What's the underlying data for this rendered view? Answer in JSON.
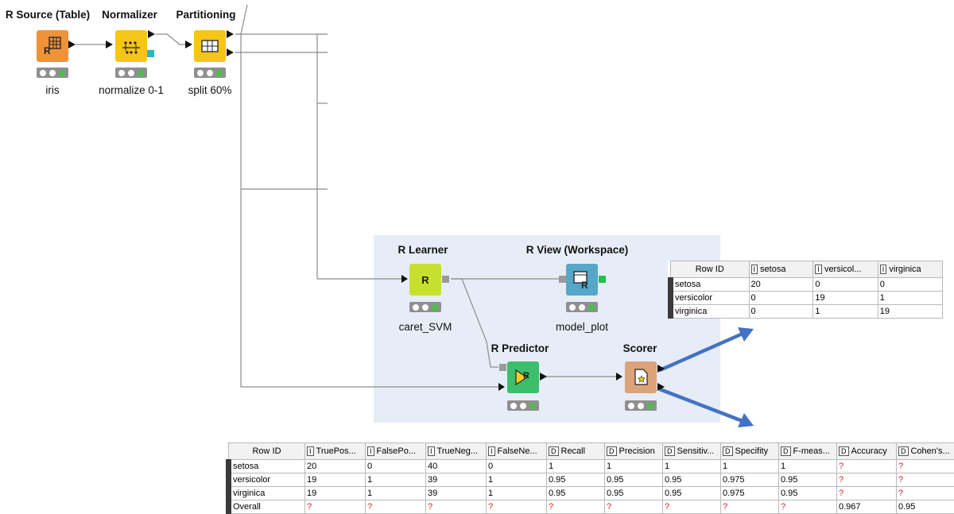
{
  "workflow": {
    "nodes": [
      {
        "title": "R Source (Table)",
        "label": "iris",
        "icon": "r-table-source-icon",
        "color": "#f0923a"
      },
      {
        "title": "Normalizer",
        "label": "normalize 0-1",
        "icon": "normalizer-icon",
        "color": "#f5c518"
      },
      {
        "title": "Partitioning",
        "label": "split 60%",
        "icon": "partition-grid-icon",
        "color": "#f5c518"
      },
      {
        "title": "R Learner",
        "label": "caret_SVM",
        "icon": "r-learner-icon",
        "icon_text": "R",
        "color": "#c7e030"
      },
      {
        "title": "R View (Workspace)",
        "label": "model_plot",
        "icon": "r-view-icon",
        "icon_text": "R",
        "color": "#56a7c8"
      },
      {
        "title": "R Predictor",
        "label": "",
        "icon": "r-predictor-icon",
        "icon_text": "R",
        "color": "#3cbf6c"
      },
      {
        "title": "Scorer",
        "label": "",
        "icon": "scorer-icon",
        "color": "#dca37a"
      }
    ]
  },
  "confusion_table": {
    "row_id_header": "Row ID",
    "type_flag": "I",
    "columns": [
      "setosa",
      "versicol...",
      "virginica"
    ],
    "rows": [
      {
        "id": "setosa",
        "values": [
          "20",
          "0",
          "0"
        ]
      },
      {
        "id": "versicolor",
        "values": [
          "0",
          "19",
          "1"
        ]
      },
      {
        "id": "virginica",
        "values": [
          "0",
          "1",
          "19"
        ]
      }
    ]
  },
  "stats_table": {
    "row_id_header": "Row ID",
    "columns": [
      {
        "type": "I",
        "name": "TruePos..."
      },
      {
        "type": "I",
        "name": "FalsePo..."
      },
      {
        "type": "I",
        "name": "TrueNeg..."
      },
      {
        "type": "I",
        "name": "FalseNe..."
      },
      {
        "type": "D",
        "name": "Recall"
      },
      {
        "type": "D",
        "name": "Precision"
      },
      {
        "type": "D",
        "name": "Sensitiv..."
      },
      {
        "type": "D",
        "name": "Specifity"
      },
      {
        "type": "D",
        "name": "F-meas..."
      },
      {
        "type": "D",
        "name": "Accuracy"
      },
      {
        "type": "D",
        "name": "Cohen's..."
      }
    ],
    "rows": [
      {
        "id": "setosa",
        "values": [
          "20",
          "0",
          "40",
          "0",
          "1",
          "1",
          "1",
          "1",
          "1",
          "?",
          "?"
        ]
      },
      {
        "id": "versicolor",
        "values": [
          "19",
          "1",
          "39",
          "1",
          "0.95",
          "0.95",
          "0.95",
          "0.975",
          "0.95",
          "?",
          "?"
        ]
      },
      {
        "id": "virginica",
        "values": [
          "19",
          "1",
          "39",
          "1",
          "0.95",
          "0.95",
          "0.95",
          "0.975",
          "0.95",
          "?",
          "?"
        ]
      },
      {
        "id": "Overall",
        "values": [
          "?",
          "?",
          "?",
          "?",
          "?",
          "?",
          "?",
          "?",
          "?",
          "0.967",
          "0.95"
        ]
      }
    ]
  },
  "colors": {
    "canvas_background": "#ffffff",
    "annotation_region": "#e7edf7",
    "connection_line": "#8c8c8c",
    "callout_arrow": "#4472c4",
    "missing_value": "#e02020",
    "status_light_green": "#4ac04a"
  }
}
